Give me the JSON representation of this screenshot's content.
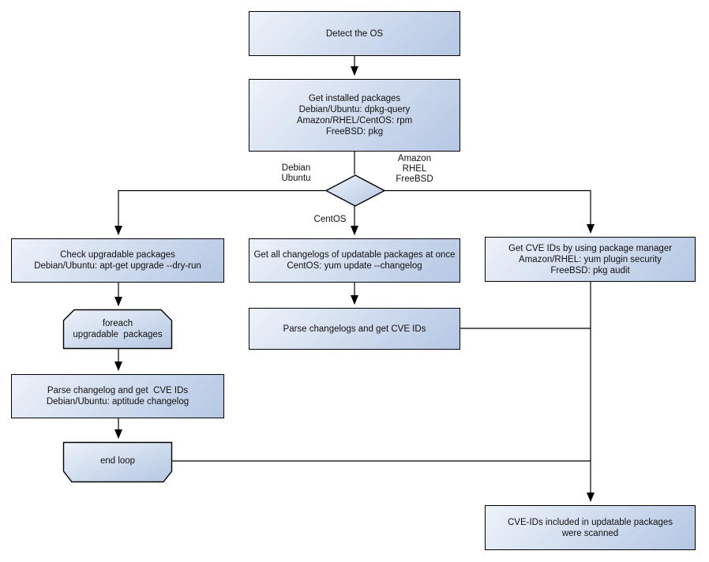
{
  "diagram": {
    "type": "flowchart",
    "topic": "OS package CVE scanning flow"
  },
  "colors": {
    "node_fill_light": "#eef2f9",
    "node_fill_dark": "#b5c7e3",
    "node_border": "#000000",
    "connector": "#000000",
    "text": "#111111",
    "background": "#ffffff"
  },
  "nodes": {
    "detect_os": {
      "label": "Detect the OS"
    },
    "get_installed_packages": {
      "label": "Get installed packages\nDebian/Ubuntu: dpkg-query\nAmazon/RHEL/CentOS: rpm\nFreeBSD: pkg"
    },
    "check_upgradable_packages": {
      "label": "Check upgradable packages\nDebian/Ubuntu: apt-get upgrade --dry-run"
    },
    "foreach_loop_start": {
      "label": "foreach\nupgradable  packages"
    },
    "parse_changelog_debian": {
      "label": "Parse changelog and get  CVE IDs\nDebian/Ubuntu: aptitude changelog"
    },
    "end_loop": {
      "label": "end loop"
    },
    "get_all_changelogs": {
      "label": "Get all changelogs of updatable packages at once\nCentOS: yum update --changelog"
    },
    "parse_changelogs": {
      "label": "Parse changelogs and get CVE IDs"
    },
    "get_cve_ids_pkg_manager": {
      "label": "Get CVE IDs by using package manager\nAmazon/RHEL: yum plugin security\nFreeBSD: pkg audit"
    },
    "result_scanned": {
      "label": "CVE-IDs included in updatable packages\nwere scanned"
    }
  },
  "edge_labels": {
    "left_branch": "Debian\nUbuntu",
    "right_branch": "Amazon\nRHEL\nFreeBSD",
    "down_branch": "CentOS"
  }
}
